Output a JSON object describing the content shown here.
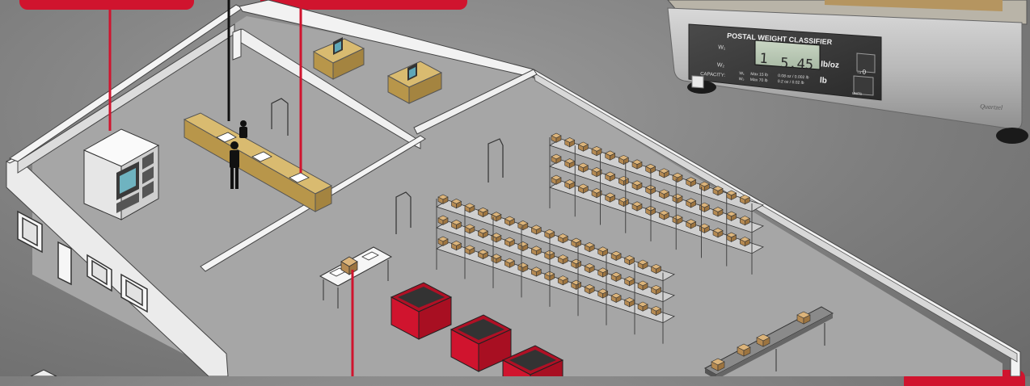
{
  "scale": {
    "title": "POSTAL WEIGHT CLASSIFIER",
    "row1_label": "W₁",
    "row2_label": "W₂",
    "capacity_label": "CAPACITY:",
    "cap_w1": "W₁",
    "cap_w2": "W₂",
    "cap_max1": "Max 15 lb",
    "cap_max2": "Max 70 lb",
    "cap_res1": "0.08 oz / 0.002 lb",
    "cap_res2": "0.2 oz / 0.02 lb",
    "display_left": "1",
    "display_value": "5.45",
    "unit_primary": "lb/oz",
    "unit_secondary": "lb",
    "zero_key_symbol": "→0",
    "units_key": "UNITS",
    "brand": "Quartzel"
  },
  "colors": {
    "callout_red": "#d0142e",
    "floor": "#a6a6a6",
    "wall": "#f2f2f2",
    "counter": "#c7a55a",
    "box": "#c79a5c",
    "bin": "#d0142e"
  }
}
